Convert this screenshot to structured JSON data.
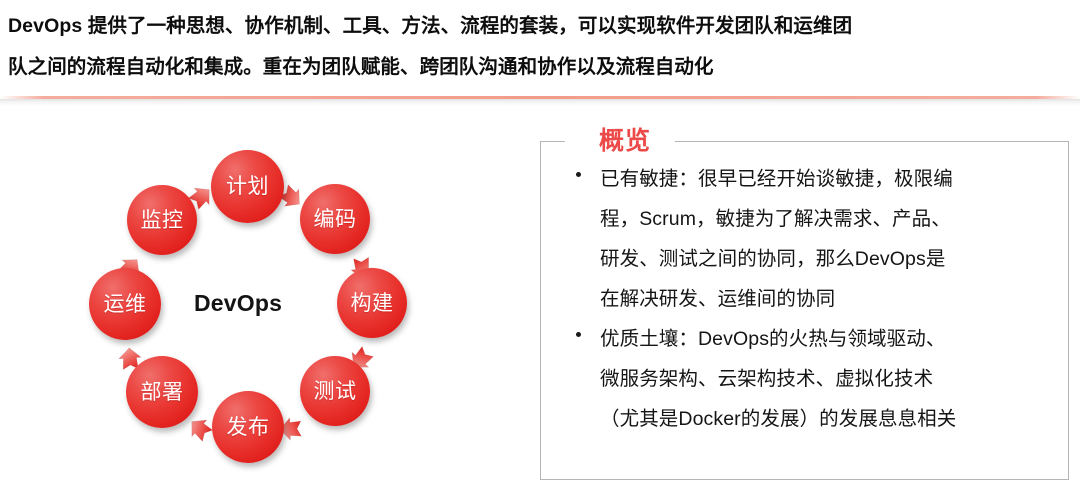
{
  "header": {
    "paragraph": "DevOps 提供了一种思想、协作机制、工具、方法、流程的套装，可以实现软件开发团队和运维团\n队之间的流程自动化和集成。重在为团队赋能、跨团队沟通和协作以及流程自动化",
    "divider_color": "#f39a8c"
  },
  "diagram": {
    "center_label": "DevOps",
    "node_color": "#e8312c",
    "nodes": [
      {
        "label": "计划",
        "position": "top"
      },
      {
        "label": "编码",
        "position": "top-right"
      },
      {
        "label": "构建",
        "position": "right"
      },
      {
        "label": "测试",
        "position": "bottom-right"
      },
      {
        "label": "发布",
        "position": "bottom"
      },
      {
        "label": "部署",
        "position": "bottom-left"
      },
      {
        "label": "运维",
        "position": "left"
      },
      {
        "label": "监控",
        "position": "top-left"
      }
    ],
    "arrow_count": 8
  },
  "overview": {
    "title": "概览",
    "title_color": "#ec4a48",
    "items": [
      "已有敏捷：很早已经开始谈敏捷，极限编程，Scrum，敏捷为了解决需求、产品、研发、测试之间的协同，那么DevOps是在解决研发、运维间的协同",
      "优质土壤：DevOps的火热与领域驱动、微服务架构、云架构技术、虚拟化技术（尤其是Docker的发展）的发展息息相关"
    ],
    "item_lines": [
      [
        "已有敏捷：很早已经开始谈敏捷，极限编",
        "程，Scrum，敏捷为了解决需求、产品、",
        "研发、测试之间的协同，那么DevOps是",
        "在解决研发、运维间的协同"
      ],
      [
        "优质土壤：DevOps的火热与领域驱动、",
        "微服务架构、云架构技术、虚拟化技术",
        "（尤其是Docker的发展）的发展息息相关"
      ]
    ]
  }
}
